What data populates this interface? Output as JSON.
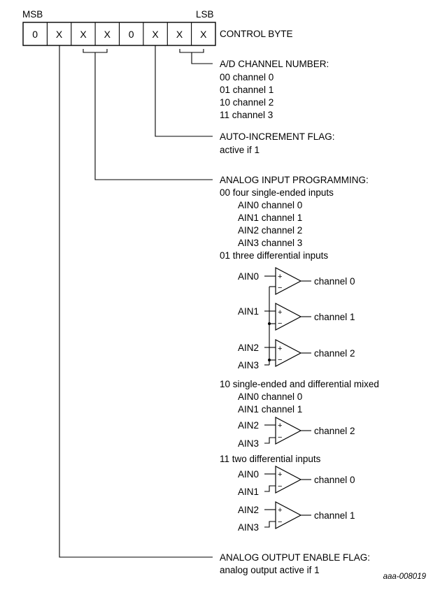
{
  "msb_label": "MSB",
  "lsb_label": "LSB",
  "bits": [
    "0",
    "X",
    "X",
    "X",
    "0",
    "X",
    "X",
    "X"
  ],
  "control_byte_label": "CONTROL BYTE",
  "ad_channel": {
    "title": "A/D CHANNEL NUMBER:",
    "lines": [
      "00  channel 0",
      "01  channel 1",
      "10  channel 2",
      "11  channel 3"
    ]
  },
  "auto_increment": {
    "title": "AUTO-INCREMENT FLAG:",
    "lines": [
      "active if 1"
    ]
  },
  "analog_input": {
    "title": "ANALOG INPUT PROGRAMMING:",
    "mode00": {
      "heading": "00  four single-ended inputs",
      "lines": [
        "AIN0  channel 0",
        "AIN1  channel 1",
        "AIN2  channel 2",
        "AIN3  channel 3"
      ]
    },
    "mode01": {
      "heading": "01  three differential inputs",
      "amps": [
        {
          "in_pos": "AIN0",
          "out": "channel 0"
        },
        {
          "in_pos": "AIN1",
          "out": "channel 1"
        },
        {
          "in_pos": "AIN2",
          "in_neg": "AIN3",
          "out": "channel 2"
        }
      ]
    },
    "mode10": {
      "heading": "10  single-ended and differential mixed",
      "lines": [
        "AIN0  channel 0",
        "AIN1  channel 1"
      ],
      "amp": {
        "in_pos": "AIN2",
        "in_neg": "AIN3",
        "out": "channel 2"
      }
    },
    "mode11": {
      "heading": "11  two differential inputs",
      "amps": [
        {
          "in_pos": "AIN0",
          "in_neg": "AIN1",
          "out": "channel 0"
        },
        {
          "in_pos": "AIN2",
          "in_neg": "AIN3",
          "out": "channel 1"
        }
      ]
    },
    "plus_sign": "+",
    "minus_sign": "−"
  },
  "analog_output": {
    "title": "ANALOG OUTPUT ENABLE FLAG:",
    "lines": [
      "analog output active if 1"
    ]
  },
  "figure_ref": "aaa-008019"
}
